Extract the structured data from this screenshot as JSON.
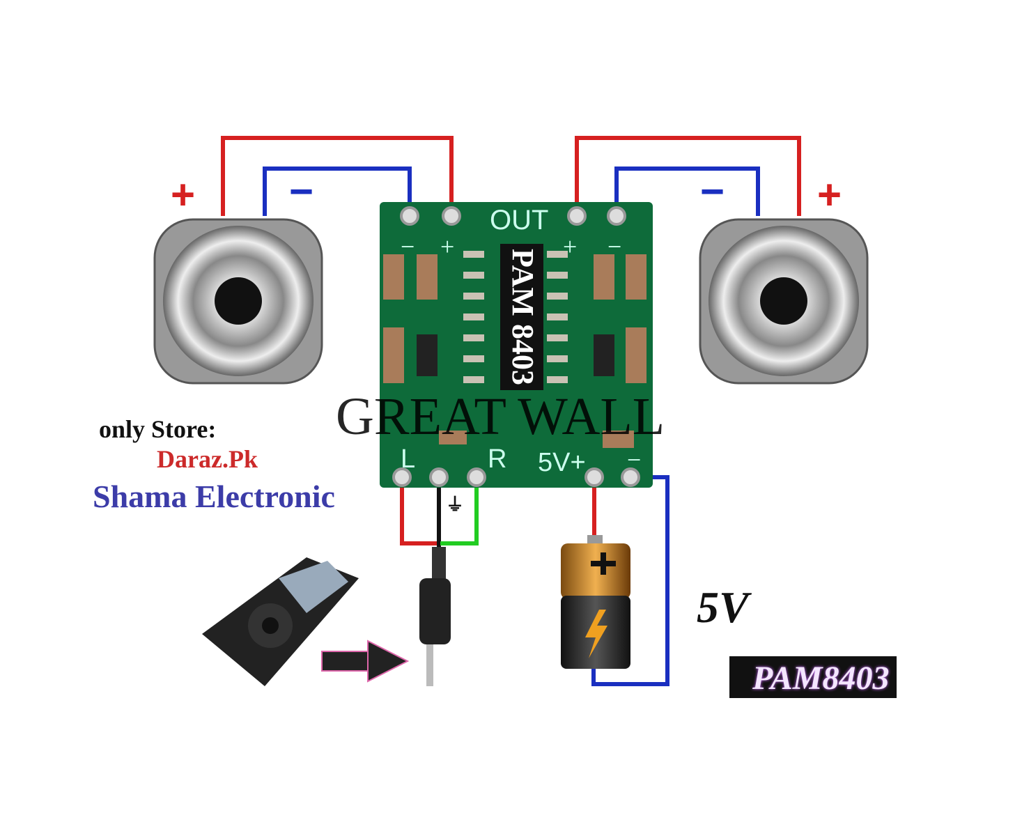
{
  "diagram": {
    "board": {
      "chip_label": "PAM 8403",
      "out_label": "OUT",
      "left_label": "L",
      "right_label": "R",
      "power_label": "5V+",
      "minus_label": "−",
      "plus_label": "+",
      "ground_symbol": "⏚"
    },
    "speakers": {
      "plus": "+",
      "minus": "−"
    },
    "watermark": "GREAT WALL",
    "store": {
      "line1": "only Store:",
      "line2": "Daraz.Pk",
      "line3": "Shama Electronic"
    },
    "voltage_label": "5V",
    "badge": "PAM8403",
    "colors": {
      "positive_wire": "#d62020",
      "negative_wire": "#1a2fc0",
      "signal_wire": "#22cc22",
      "pcb": "#0e6b3a",
      "store_red": "#cc2a2a",
      "store_blue": "#3c3ca8"
    }
  }
}
